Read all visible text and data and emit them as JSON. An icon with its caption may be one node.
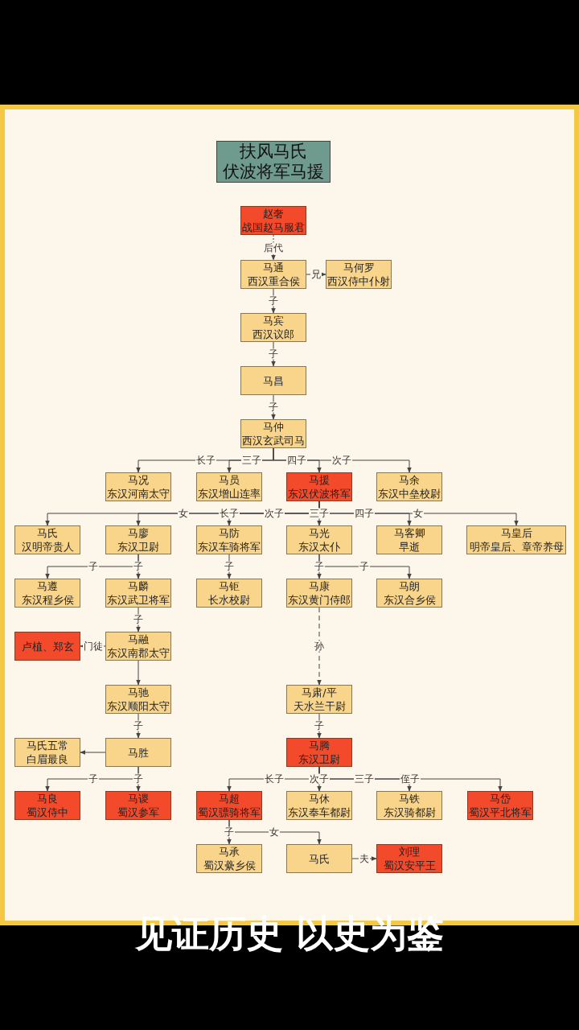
{
  "diagram": {
    "title": "扶风马氏伏波将军马援",
    "caption": "见证历史 以史为鉴",
    "nodes": [
      {
        "text": [
          "赵奢",
          "战国赵马服君"
        ]
      },
      {
        "text": [
          "马通",
          "西汉重合侯"
        ]
      },
      {
        "text": [
          "马何罗",
          "西汉侍中仆射"
        ]
      },
      {
        "text": [
          "马宾",
          "西汉议郎"
        ]
      },
      {
        "text": [
          "马昌"
        ]
      },
      {
        "text": [
          "马仲",
          "西汉玄武司马"
        ]
      },
      {
        "text": [
          "马况",
          "东汉河南太守"
        ]
      },
      {
        "text": [
          "马员",
          "东汉增山连率"
        ]
      },
      {
        "text": [
          "马援",
          "东汉伏波将军"
        ]
      },
      {
        "text": [
          "马余",
          "东汉中垒校尉"
        ]
      },
      {
        "text": [
          "马氏",
          "汉明帝贵人"
        ]
      },
      {
        "text": [
          "马廖",
          "东汉卫尉"
        ]
      },
      {
        "text": [
          "马防",
          "东汉车骑将军"
        ]
      },
      {
        "text": [
          "马光",
          "东汉太仆"
        ]
      },
      {
        "text": [
          "马客卿",
          "早逝"
        ]
      },
      {
        "text": [
          "马皇后",
          "明帝皇后、章帝养母"
        ]
      },
      {
        "text": [
          "马遵",
          "东汉程乡侯"
        ]
      },
      {
        "text": [
          "马麟",
          "东汉武卫将军"
        ]
      },
      {
        "text": [
          "马钜",
          "长水校尉"
        ]
      },
      {
        "text": [
          "马康",
          "东汉黄门侍郎"
        ]
      },
      {
        "text": [
          "马朗",
          "东汉合乡侯"
        ]
      },
      {
        "text": [
          "卢植、郑玄"
        ]
      },
      {
        "text": [
          "马融",
          "东汉南郡太守"
        ]
      },
      {
        "text": [
          "马驰",
          "东汉顺阳太守"
        ]
      },
      {
        "text": [
          "马肃/平",
          "天水兰干尉"
        ]
      },
      {
        "text": [
          "马氏五常",
          "白眉最良"
        ]
      },
      {
        "text": [
          "马胜"
        ]
      },
      {
        "text": [
          "马腾",
          "东汉卫尉"
        ]
      },
      {
        "text": [
          "马良",
          "蜀汉侍中"
        ]
      },
      {
        "text": [
          "马谡",
          "蜀汉参军"
        ]
      },
      {
        "text": [
          "马超",
          "蜀汉骠骑将军"
        ]
      },
      {
        "text": [
          "马休",
          "东汉奉车都尉"
        ]
      },
      {
        "text": [
          "马铁",
          "东汉骑都尉"
        ]
      },
      {
        "text": [
          "马岱",
          "蜀汉平北将军"
        ]
      },
      {
        "text": [
          "马承",
          "蜀汉虆乡侯"
        ]
      },
      {
        "text": [
          "马氏"
        ]
      },
      {
        "text": [
          "刘理",
          "蜀汉安平王"
        ]
      }
    ],
    "edges": [
      {
        "from": 0,
        "to": 1,
        "arrow": "to",
        "label": "后代",
        "style": "dashed"
      },
      {
        "from": 1,
        "to": 2,
        "arrow": "to",
        "label": "兄"
      },
      {
        "from": 1,
        "to": 3,
        "arrow": "to",
        "label": "子"
      },
      {
        "from": 3,
        "to": 4,
        "arrow": "to",
        "label": "子"
      },
      {
        "from": 4,
        "to": 5,
        "arrow": "to",
        "label": "子"
      },
      {
        "from": 5,
        "to": 6,
        "arrow": "to",
        "label": "长子"
      },
      {
        "from": 5,
        "to": 7,
        "arrow": "to",
        "label": "三子"
      },
      {
        "from": 5,
        "to": 8,
        "arrow": "to",
        "label": "四子"
      },
      {
        "from": 5,
        "to": 9,
        "arrow": "to",
        "label": "次子"
      },
      {
        "from": 8,
        "to": 10,
        "arrow": "to",
        "label": "女"
      },
      {
        "from": 8,
        "to": 11,
        "arrow": "to",
        "label": "长子"
      },
      {
        "from": 8,
        "to": 12,
        "arrow": "to",
        "label": "次子"
      },
      {
        "from": 8,
        "to": 13,
        "arrow": "to",
        "label": "三子"
      },
      {
        "from": 8,
        "to": 14,
        "arrow": "to",
        "label": "四子"
      },
      {
        "from": 8,
        "to": 15,
        "arrow": "to",
        "label": "女"
      },
      {
        "from": 11,
        "to": 16,
        "arrow": "to",
        "label": "子"
      },
      {
        "from": 11,
        "to": 17,
        "arrow": "to",
        "label": "子"
      },
      {
        "from": 12,
        "to": 18,
        "arrow": "to",
        "label": "子"
      },
      {
        "from": 13,
        "to": 19,
        "arrow": "to",
        "label": "子"
      },
      {
        "from": 13,
        "to": 20,
        "arrow": "to",
        "label": "子"
      },
      {
        "from": 17,
        "to": 22,
        "arrow": "to",
        "label": "子"
      },
      {
        "from": 22,
        "to": 21,
        "arrow": "to",
        "label": "门徒"
      },
      {
        "from": 22,
        "to": 23,
        "arrow": "to"
      },
      {
        "from": 19,
        "to": 24,
        "arrow": "to",
        "label": "孙",
        "style": "dashed"
      },
      {
        "from": 23,
        "to": 26,
        "arrow": "to",
        "label": "子"
      },
      {
        "from": 24,
        "to": 27,
        "arrow": "to",
        "label": "子"
      },
      {
        "from": 26,
        "to": 25,
        "arrow": "to"
      },
      {
        "from": 26,
        "to": 28,
        "arrow": "to",
        "label": "子"
      },
      {
        "from": 26,
        "to": 29,
        "arrow": "to",
        "label": "子"
      },
      {
        "from": 27,
        "to": 30,
        "arrow": "to",
        "label": "长子"
      },
      {
        "from": 27,
        "to": 31,
        "arrow": "to",
        "label": "次子"
      },
      {
        "from": 27,
        "to": 32,
        "arrow": "to",
        "label": "三子"
      },
      {
        "from": 27,
        "to": 33,
        "arrow": "to",
        "label": "侄子"
      },
      {
        "from": 30,
        "to": 34,
        "arrow": "to",
        "label": "子"
      },
      {
        "from": 30,
        "to": 35,
        "arrow": "to",
        "label": "女"
      },
      {
        "from": 35,
        "to": 36,
        "arrow": "to",
        "label": "夫"
      }
    ]
  }
}
